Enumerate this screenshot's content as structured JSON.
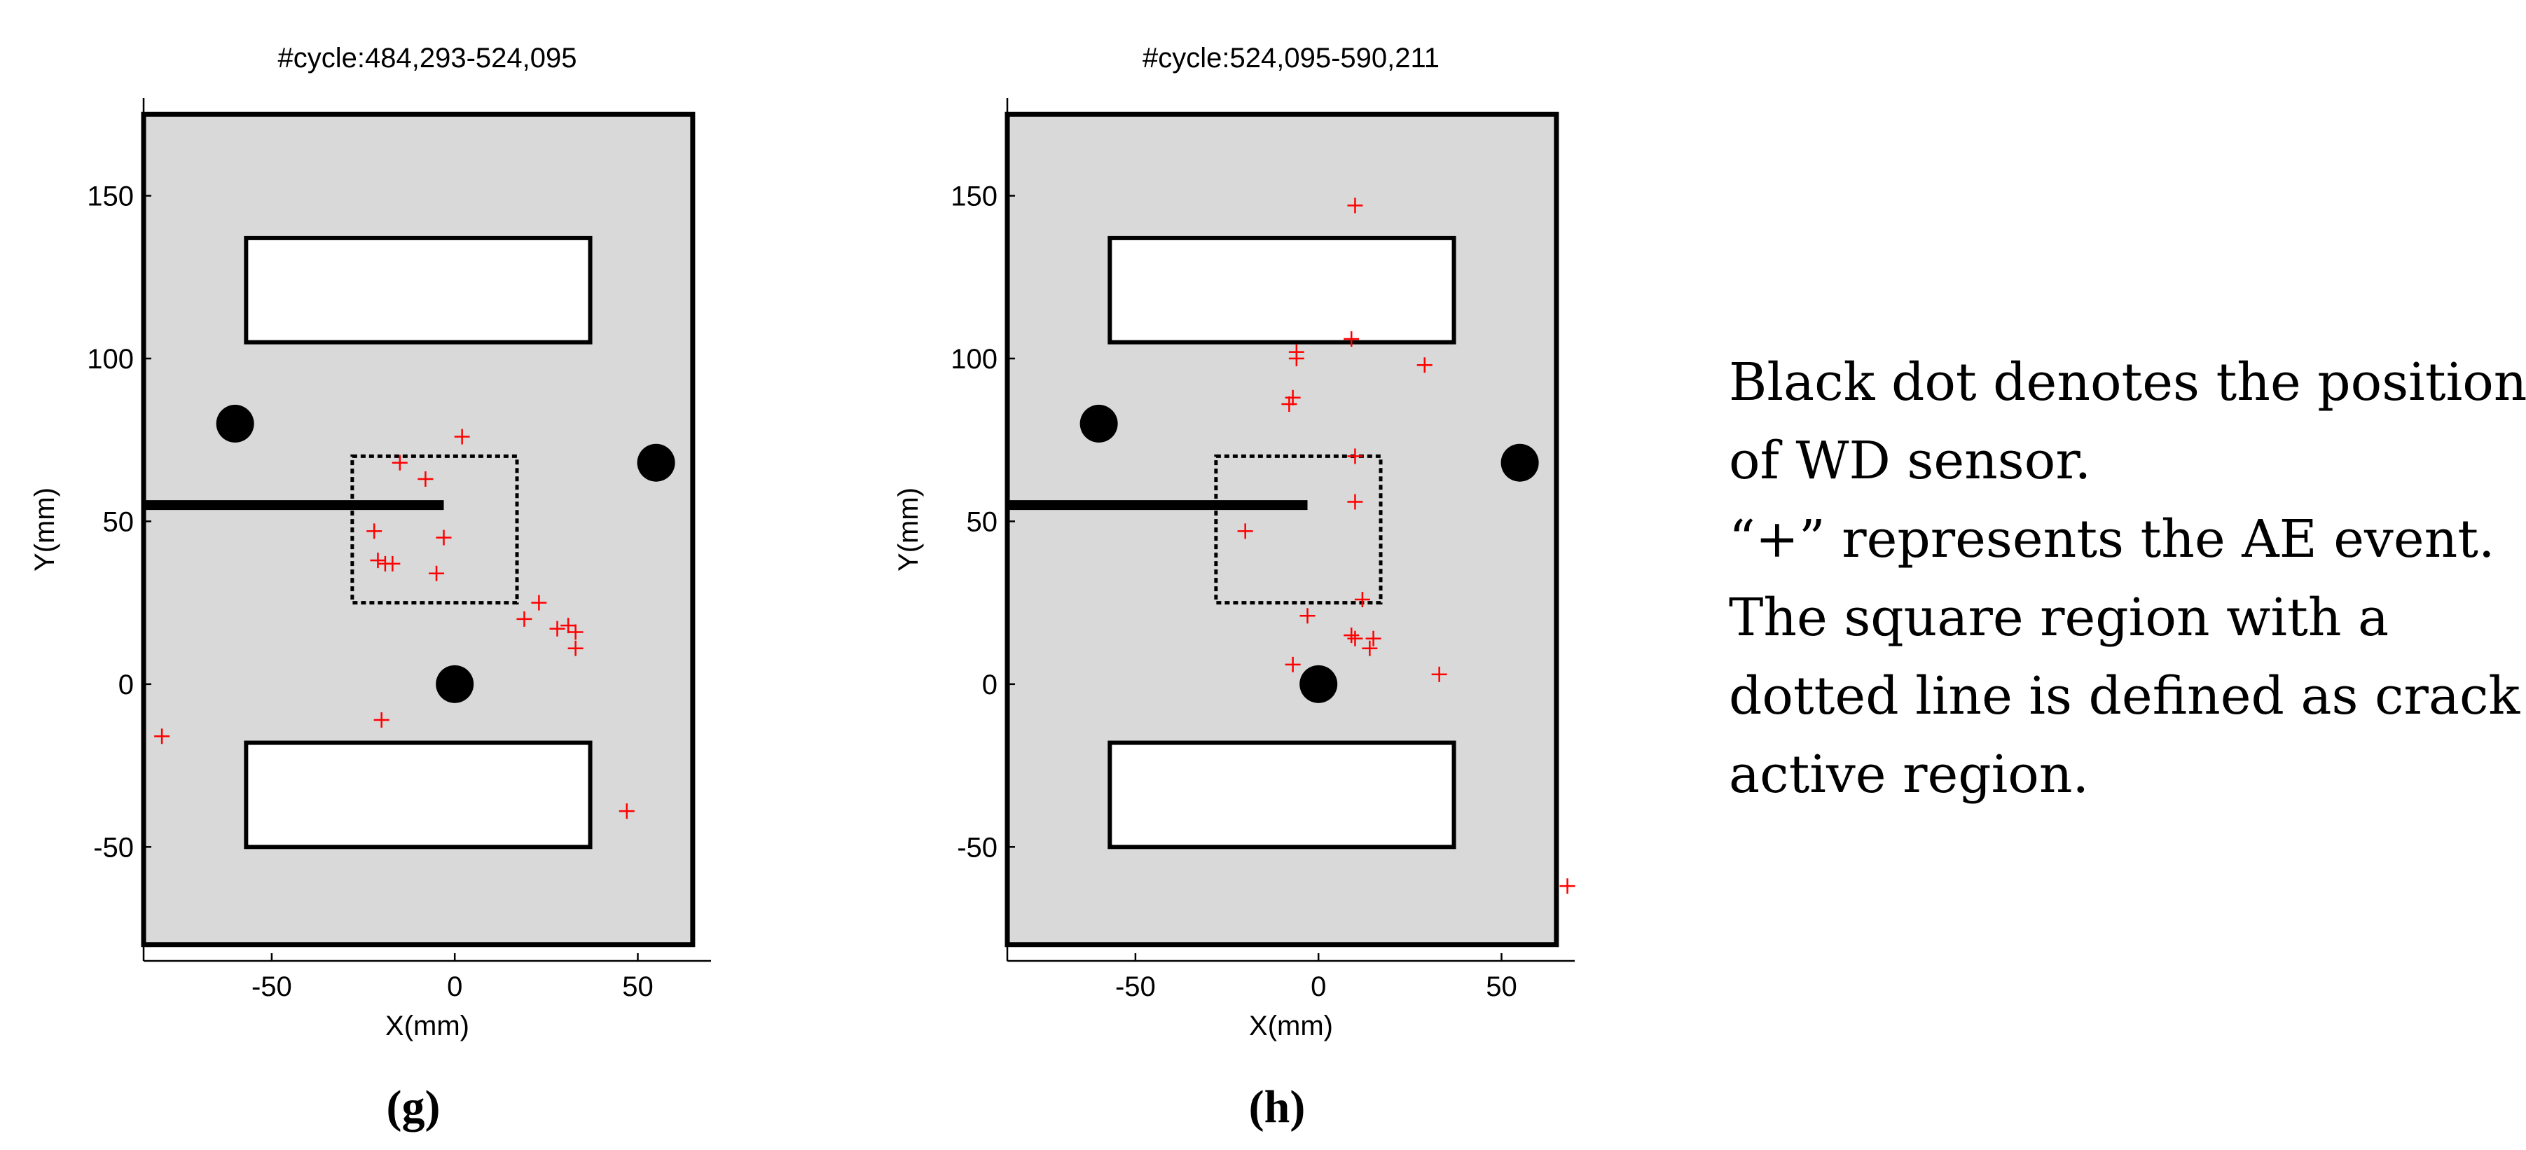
{
  "chart_data": [
    {
      "type": "scatter",
      "panel_label": "(g)",
      "title": "#cycle:484,293-524,095",
      "xlabel": "X(mm)",
      "ylabel": "Y(mm)",
      "xlim": [
        -85,
        70
      ],
      "ylim": [
        -85,
        180
      ],
      "xticks": [
        -50,
        0,
        50
      ],
      "yticks": [
        -50,
        0,
        50,
        100,
        150
      ],
      "xtick_labels": [
        "-50",
        "0",
        "50"
      ],
      "ytick_labels": [
        "-50",
        "0",
        "50",
        "100",
        "150"
      ],
      "grid": false,
      "specimen": {
        "x": [
          -85,
          65
        ],
        "y": [
          -80,
          175
        ]
      },
      "holes": [
        {
          "x": [
            -57,
            37
          ],
          "y": [
            105,
            137
          ]
        },
        {
          "x": [
            -57,
            37
          ],
          "y": [
            -50,
            -18
          ]
        }
      ],
      "notch": {
        "x": [
          -85,
          -3
        ],
        "y": 55
      },
      "crack_region": {
        "x": [
          -28,
          17
        ],
        "y": [
          25,
          70
        ]
      },
      "sensors": [
        {
          "x": -60,
          "y": 80
        },
        {
          "x": 55,
          "y": 68
        },
        {
          "x": 0,
          "y": 0
        }
      ],
      "ae_events": [
        {
          "x": -80,
          "y": -16
        },
        {
          "x": -20,
          "y": -11
        },
        {
          "x": -15,
          "y": 68
        },
        {
          "x": 2,
          "y": 76
        },
        {
          "x": -8,
          "y": 63
        },
        {
          "x": -22,
          "y": 47
        },
        {
          "x": -3,
          "y": 45
        },
        {
          "x": -21,
          "y": 38
        },
        {
          "x": -19,
          "y": 37
        },
        {
          "x": -17,
          "y": 37
        },
        {
          "x": -5,
          "y": 34
        },
        {
          "x": 23,
          "y": 25
        },
        {
          "x": 19,
          "y": 20
        },
        {
          "x": 28,
          "y": 17
        },
        {
          "x": 31,
          "y": 18
        },
        {
          "x": 33,
          "y": 16
        },
        {
          "x": 33,
          "y": 11
        },
        {
          "x": 47,
          "y": -39
        }
      ]
    },
    {
      "type": "scatter",
      "panel_label": "(h)",
      "title": "#cycle:524,095-590,211",
      "xlabel": "X(mm)",
      "ylabel": "Y(mm)",
      "xlim": [
        -85,
        70
      ],
      "ylim": [
        -85,
        180
      ],
      "xticks": [
        -50,
        0,
        50
      ],
      "yticks": [
        -50,
        0,
        50,
        100,
        150
      ],
      "xtick_labels": [
        "-50",
        "0",
        "50"
      ],
      "ytick_labels": [
        "-50",
        "0",
        "50",
        "100",
        "150"
      ],
      "grid": false,
      "specimen": {
        "x": [
          -85,
          65
        ],
        "y": [
          -80,
          175
        ]
      },
      "holes": [
        {
          "x": [
            -57,
            37
          ],
          "y": [
            105,
            137
          ]
        },
        {
          "x": [
            -57,
            37
          ],
          "y": [
            -50,
            -18
          ]
        }
      ],
      "notch": {
        "x": [
          -85,
          -3
        ],
        "y": 55
      },
      "crack_region": {
        "x": [
          -28,
          17
        ],
        "y": [
          25,
          70
        ]
      },
      "sensors": [
        {
          "x": -60,
          "y": 80
        },
        {
          "x": 55,
          "y": 68
        },
        {
          "x": 0,
          "y": 0
        }
      ],
      "ae_events": [
        {
          "x": 10,
          "y": 147
        },
        {
          "x": 9,
          "y": 106
        },
        {
          "x": -6,
          "y": 102
        },
        {
          "x": -6,
          "y": 100
        },
        {
          "x": 29,
          "y": 98
        },
        {
          "x": -7,
          "y": 88
        },
        {
          "x": -8,
          "y": 86
        },
        {
          "x": 10,
          "y": 70
        },
        {
          "x": 10,
          "y": 56
        },
        {
          "x": -20,
          "y": 47
        },
        {
          "x": 12,
          "y": 26
        },
        {
          "x": -3,
          "y": 21
        },
        {
          "x": 9,
          "y": 15
        },
        {
          "x": 10,
          "y": 14
        },
        {
          "x": 15,
          "y": 14
        },
        {
          "x": 14,
          "y": 11
        },
        {
          "x": -7,
          "y": 6
        },
        {
          "x": 33,
          "y": 3
        },
        {
          "x": 68,
          "y": -62
        }
      ]
    }
  ],
  "legend_note": {
    "lines": [
      "Black dot denotes the position",
      "of WD sensor.",
      "“+” represents the AE event.",
      "The square region with a",
      "dotted line is defined as crack",
      "active region."
    ]
  },
  "colors": {
    "specimen_fill": "#d9d9d9",
    "ae_marker": "#ff0000",
    "sensor": "#000000",
    "hole_fill": "#ffffff"
  }
}
